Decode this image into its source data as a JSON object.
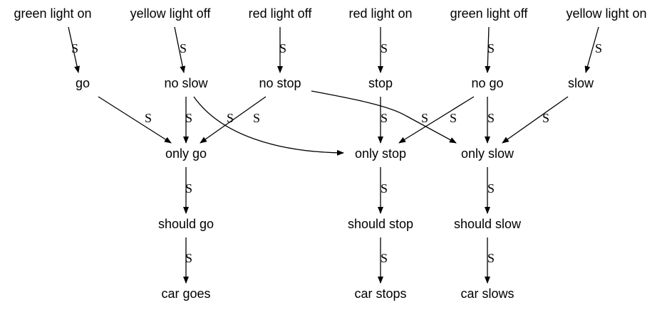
{
  "diagram": {
    "nodes": [
      {
        "id": "green_light_on",
        "label": "green light on"
      },
      {
        "id": "yellow_light_off",
        "label": "yellow light off"
      },
      {
        "id": "red_light_off",
        "label": "red light off"
      },
      {
        "id": "red_light_on",
        "label": "red light on"
      },
      {
        "id": "green_light_off",
        "label": "green light off"
      },
      {
        "id": "yellow_light_on",
        "label": "yellow light on"
      },
      {
        "id": "go",
        "label": "go"
      },
      {
        "id": "no_slow",
        "label": "no slow"
      },
      {
        "id": "no_stop",
        "label": "no stop"
      },
      {
        "id": "stop",
        "label": "stop"
      },
      {
        "id": "no_go",
        "label": "no go"
      },
      {
        "id": "slow",
        "label": "slow"
      },
      {
        "id": "only_go",
        "label": "only go"
      },
      {
        "id": "only_stop",
        "label": "only stop"
      },
      {
        "id": "only_slow",
        "label": "only slow"
      },
      {
        "id": "should_go",
        "label": "should go"
      },
      {
        "id": "should_stop",
        "label": "should stop"
      },
      {
        "id": "should_slow",
        "label": "should slow"
      },
      {
        "id": "car_goes",
        "label": "car goes"
      },
      {
        "id": "car_stops",
        "label": "car stops"
      },
      {
        "id": "car_slows",
        "label": "car slows"
      }
    ],
    "edges": [
      {
        "id": "e1",
        "from": "green_light_on",
        "to": "go",
        "label": "S"
      },
      {
        "id": "e2",
        "from": "yellow_light_off",
        "to": "no_slow",
        "label": "S"
      },
      {
        "id": "e3",
        "from": "red_light_off",
        "to": "no_stop",
        "label": "S"
      },
      {
        "id": "e4",
        "from": "red_light_on",
        "to": "stop",
        "label": "S"
      },
      {
        "id": "e5",
        "from": "green_light_off",
        "to": "no_go",
        "label": "S"
      },
      {
        "id": "e6",
        "from": "yellow_light_on",
        "to": "slow",
        "label": "S"
      },
      {
        "id": "e7",
        "from": "go",
        "to": "only_go",
        "label": "S"
      },
      {
        "id": "e8",
        "from": "no_slow",
        "to": "only_go",
        "label": "S"
      },
      {
        "id": "e9",
        "from": "no_slow",
        "to": "only_stop",
        "label": "S"
      },
      {
        "id": "e10",
        "from": "no_stop",
        "to": "only_go",
        "label": "S"
      },
      {
        "id": "e11",
        "from": "no_stop",
        "to": "only_slow",
        "label": "S"
      },
      {
        "id": "e12",
        "from": "stop",
        "to": "only_stop",
        "label": "S"
      },
      {
        "id": "e13",
        "from": "no_go",
        "to": "only_stop",
        "label": "S"
      },
      {
        "id": "e14",
        "from": "no_go",
        "to": "only_slow",
        "label": "S"
      },
      {
        "id": "e15",
        "from": "slow",
        "to": "only_slow",
        "label": "S"
      },
      {
        "id": "e16",
        "from": "only_go",
        "to": "should_go",
        "label": "S"
      },
      {
        "id": "e17",
        "from": "only_stop",
        "to": "should_stop",
        "label": "S"
      },
      {
        "id": "e18",
        "from": "only_slow",
        "to": "should_slow",
        "label": "S"
      },
      {
        "id": "e19",
        "from": "should_go",
        "to": "car_goes",
        "label": "S"
      },
      {
        "id": "e20",
        "from": "should_stop",
        "to": "car_stops",
        "label": "S"
      },
      {
        "id": "e21",
        "from": "should_slow",
        "to": "car_slows",
        "label": "S"
      }
    ]
  }
}
